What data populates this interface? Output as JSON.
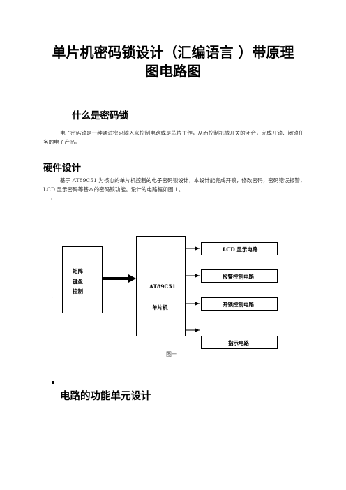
{
  "title": {
    "line1": "单片机密码锁设计（汇编语言 ）带原理",
    "line2": "图电路图"
  },
  "section1": {
    "heading": "什么是密码锁",
    "paragraph": "电子密码锁是一种通过密码输入来控制电路或是芯片工作，从而控制机械开关的闭合，完成开锁、闭锁任务的电子产品。"
  },
  "section2": {
    "heading": "硬件设计",
    "paragraph": "基于 AT89C51 为核心的单片机控制的电子密码锁设计，本设计能完成开锁，修改密码，密码错误报警，LCD 显示密码等基本的密码锁功能。设计的电路框如图 1。"
  },
  "diagram": {
    "keypad": {
      "line1": "矩阵",
      "line2": "键盘",
      "line3": "控制"
    },
    "mcu": {
      "line1": "AT89C51",
      "line2": "单片机"
    },
    "outputs": [
      "LCD 显示电路",
      "报警控制电路",
      "开锁控制电路",
      "指示电路"
    ],
    "caption": "图一"
  },
  "section3": {
    "heading": "电路的功能单元设计"
  }
}
